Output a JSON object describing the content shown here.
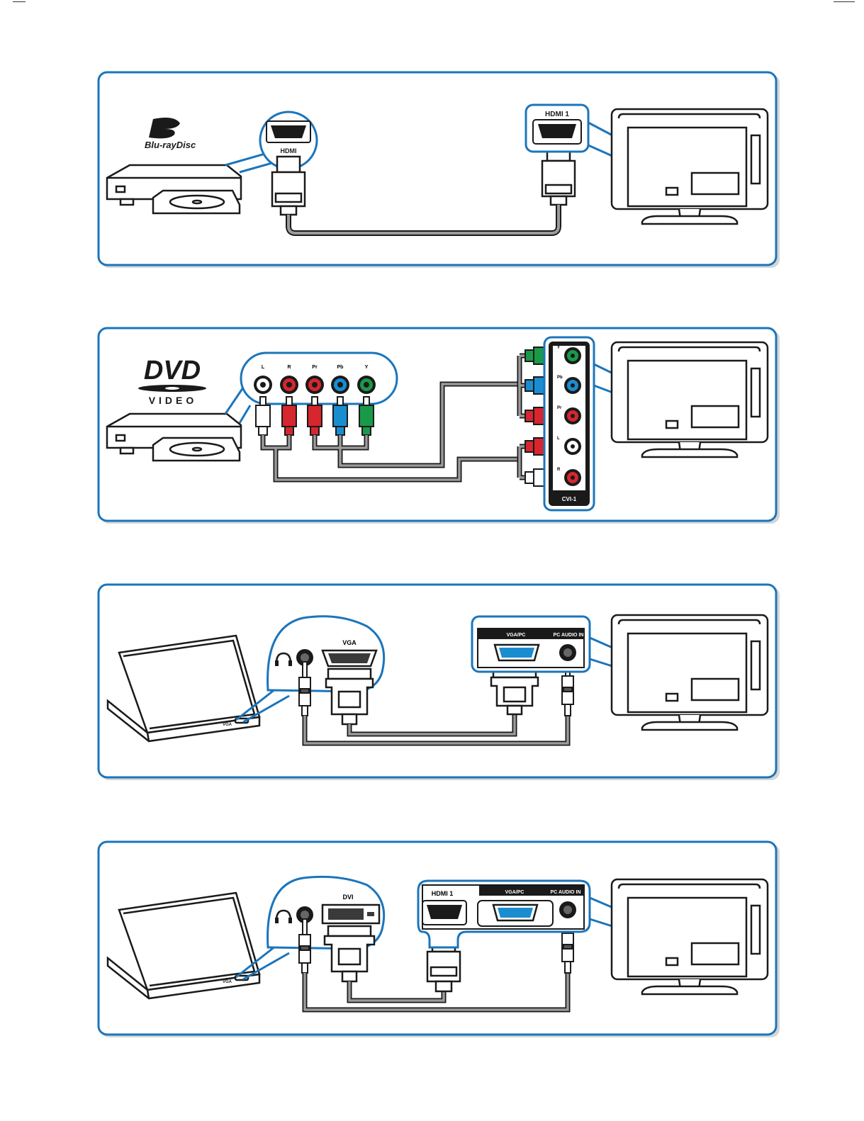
{
  "panels": [
    {
      "logo_main": "Blu-rayDisc",
      "source_port": "HDMI",
      "tv_port": "HDMI 1"
    },
    {
      "logo_main": "DVD",
      "logo_sub": "VIDEO",
      "source_ports": [
        "L",
        "R",
        "Pr",
        "Pb",
        "Y"
      ],
      "tv_ports": [
        "Y",
        "Pb",
        "Pr",
        "L",
        "R"
      ],
      "tv_group": "CVI-1"
    },
    {
      "source_port": "VGA",
      "laptop_marking": "VGA",
      "tv_ports": [
        "VGA/PC",
        "PC AUDIO IN"
      ]
    },
    {
      "source_port": "DVI",
      "laptop_marking": "VGA",
      "tv_ports": [
        "HDMI 1",
        "VGA/PC",
        "PC AUDIO IN"
      ]
    }
  ],
  "colors": {
    "frame_blue": "#1b75bb",
    "cable_gray": "#9b9b9b",
    "red": "#d7262e",
    "green": "#199a48",
    "blue": "#1a8dd0",
    "dark": "#1a1a1a"
  }
}
